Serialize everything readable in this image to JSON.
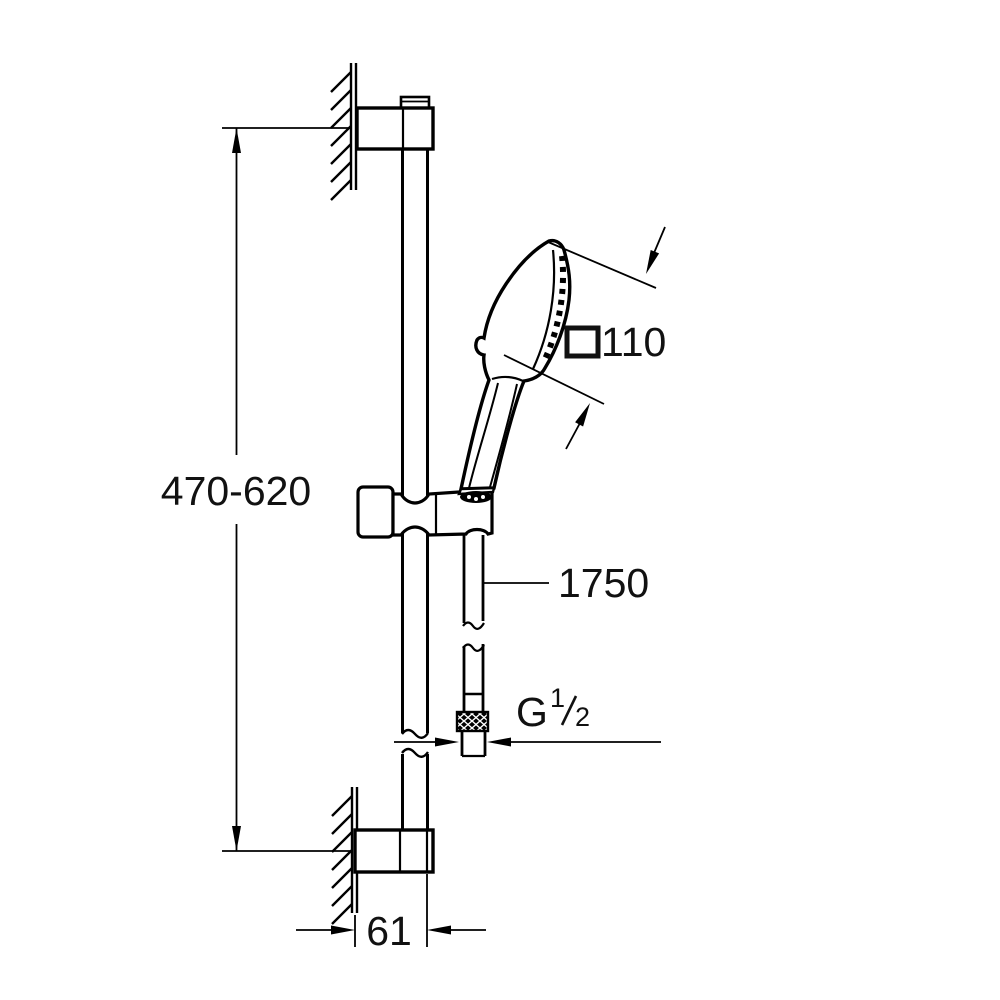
{
  "title": "Shower rail set dimensional drawing",
  "colors": {
    "background": "#ffffff",
    "line": "#000000",
    "text": "#111111"
  },
  "labels": {
    "height_range": "470-620",
    "hose_length": "1750",
    "head_size": "110",
    "head_size_symbol": "square-outline",
    "thread_letter": "G",
    "thread_numerator": "1",
    "thread_denominator": "2",
    "wall_offset": "61"
  }
}
